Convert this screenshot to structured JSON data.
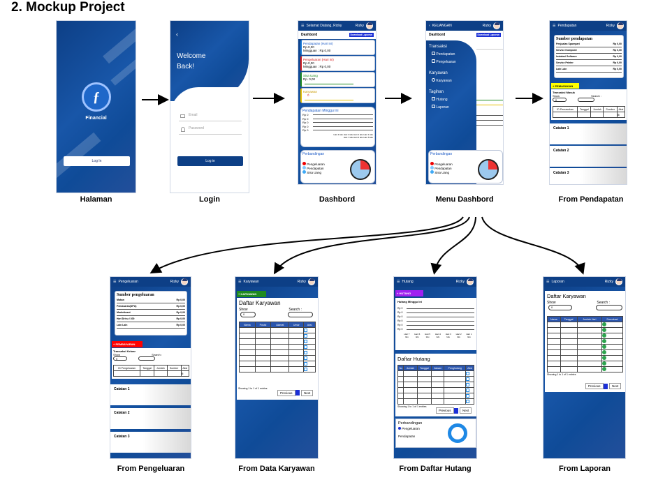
{
  "title": "2. Mockup Project",
  "captions": {
    "halaman": "Halaman",
    "login": "Login",
    "dashbord": "Dashbord",
    "menu": "Menu Dashbord",
    "pendapatan": "From Pendapatan",
    "pengeluaran": "From Pengeluaran",
    "karyawan": "From Data Karyawan",
    "hutang": "From Daftar Hutang",
    "laporan": "From Laporan"
  },
  "splash": {
    "brand": "Financial",
    "login_btn": "Log In"
  },
  "login": {
    "back": "‹",
    "welcome": "Welcome",
    "back_text": "Back!",
    "email": "Email",
    "password": "Password",
    "button": "Log in"
  },
  "dash": {
    "greet": "Selamat Datang, Rizky",
    "user": "Rizky",
    "title": "Dashbord",
    "download": "Download Laporan",
    "pendapatan_label": "Pendapatan (Hari ini)",
    "pendapatan_val": "Rp.0,00",
    "pendapatan_week": "Mingguan : Rp.0,00",
    "pengeluaran_label": "Pengeluaran (Hari ini)",
    "pengeluaran_val": "Rp.0,00",
    "pengeluaran_week": "Mingguan : Rp 0,00",
    "sisa_label": "Sisa Uang",
    "sisa_val": "Rp. 0,00",
    "karyawan_label": "Karyawan",
    "karyawan_val": "0",
    "weekly_title": "Pendapatan Minggu Ini",
    "rp": [
      "Rp 0",
      "Rp 0",
      "Rp 0",
      "Rp 0",
      "Rp 0"
    ],
    "days_row1": "Hari 4 lalu   Hari 3 lalu   Hari 2 lalu   Hari 1 lalu",
    "days_row2": "Hari 7 lalu   Hari 6 lalu   Hari 5 lalu",
    "compare_title": "Perbandingan",
    "legend": [
      "Pengeluaran",
      "Pendapatan",
      "Sisa Uang"
    ]
  },
  "menu": {
    "header": "KEUANGAN",
    "user": "Rizky",
    "dash_title": "Dashbord",
    "download": "Download Laporan",
    "sec1": "Transaksi",
    "items1": [
      "Pendapatan",
      "Pengeluaran"
    ],
    "sec2": "Karyawan",
    "items2": [
      "Karyawan"
    ],
    "sec3": "Tagihan",
    "items3": [
      "Hutang",
      "Laporan"
    ],
    "compare_title": "Perbandingan",
    "legend": [
      "Pengeluaran",
      "Pendapatan",
      "Sisa Uang"
    ]
  },
  "pendapatan": {
    "header": "Pendapatan",
    "user": "Rizky",
    "source_title": "Sumber pendapatan",
    "sources": [
      {
        "name": "Penjualan Sparepart",
        "val": "Rp 0,00"
      },
      {
        "name": "Service Komputer",
        "val": "Rp 0,00"
      },
      {
        "name": "Instalasi Software",
        "val": "Rp 0,00"
      },
      {
        "name": "Service Printer",
        "val": "Rp 0,00"
      },
      {
        "name": "Lain Lain",
        "val": "Rp 0,00"
      }
    ],
    "add_btn": "+ PEMASUKAN",
    "trans_title": "Transaksi Masuk",
    "show": "Show",
    "search": "Search :",
    "cols": [
      "ID Pemasukan",
      "Tanggal",
      "Jumlah",
      "Sumber",
      "Aksi"
    ],
    "notes": [
      "Catatan 1",
      "Catatan 2",
      "Catatan 3"
    ]
  },
  "pengeluaran": {
    "header": "Pengeluaran",
    "user": "Rizky",
    "source_title": "Sumber pengeluaran",
    "sources": [
      {
        "name": "Makan",
        "val": "Rp 0,00"
      },
      {
        "name": "Pemasaran(DPU)",
        "val": "Rp 0,00"
      },
      {
        "name": "Marketinaut",
        "val": "Rp 0,00"
      },
      {
        "name": "Hari Drivu / 300",
        "val": "Rp 0,00"
      },
      {
        "name": "Lain Lain",
        "val": "Rp 0,00"
      }
    ],
    "add_btn": "+ PEMBAYARAN",
    "trans_title": "Transaksi Keluar",
    "show": "Show",
    "search": "Search :",
    "cols": [
      "ID Pengeluaran",
      "Tanggal",
      "Jumlah",
      "Sumber",
      "Aksi"
    ],
    "notes": [
      "Catatan 1",
      "Catatan 2",
      "Catatan 3"
    ]
  },
  "karyawan": {
    "header": "Karyawan",
    "user": "Rizky",
    "add_btn": "+ KARYAWAN",
    "list_title": "Daftar Karyawan",
    "show": "Show",
    "search": "Search :",
    "cols": [
      "Nama",
      "Posisi",
      "Alamat",
      "Umur",
      "Aksi"
    ],
    "footer": "Showing 1 to 1 of 1 entries",
    "prev": "Previous",
    "next": "Next"
  },
  "hutang": {
    "header": "Hutang",
    "user": "Rizky",
    "add_btn": "+ HUTANG",
    "weekly_title": "Hutang Minggu Ini",
    "rp": [
      "Rp 0",
      "Rp 0",
      "Rp 0",
      "Rp 0",
      "Rp 0",
      "Rp 0"
    ],
    "days": [
      "Hari 7 lalu",
      "Hari 6 lalu",
      "Hari 5 lalu",
      "Hari 4 lalu",
      "Hari 3 lalu",
      "Hari 2 lalu",
      "Hari 1 lalu"
    ],
    "list_title": "Daftar Hutang",
    "cols": [
      "No",
      "Jumlah",
      "Tanggal",
      "Alasan",
      "Penghutang",
      "Aksi"
    ],
    "footer": "Showing 1 to 1 of 1 entries",
    "prev": "Previous",
    "next": "Next",
    "compare_title": "Perbandingan",
    "legend": [
      "Pengeluaran",
      "Pendapatan"
    ]
  },
  "laporan": {
    "header": "Laporan",
    "user": "Rizky",
    "list_title": "Daftar Karyawan",
    "show": "Show",
    "search": "Search :",
    "cols": [
      "Nama",
      "Tanggal",
      "Jumlah Hari",
      "Download"
    ],
    "footer": "Showing 1 to 1 of 1 entries",
    "prev": "Previous",
    "next": "Next"
  },
  "colors": {
    "navy": "#0d3f86",
    "yellow": "#ffff00",
    "red": "#ff0000",
    "green": "#1f8a1f",
    "purple": "#a020f0"
  }
}
